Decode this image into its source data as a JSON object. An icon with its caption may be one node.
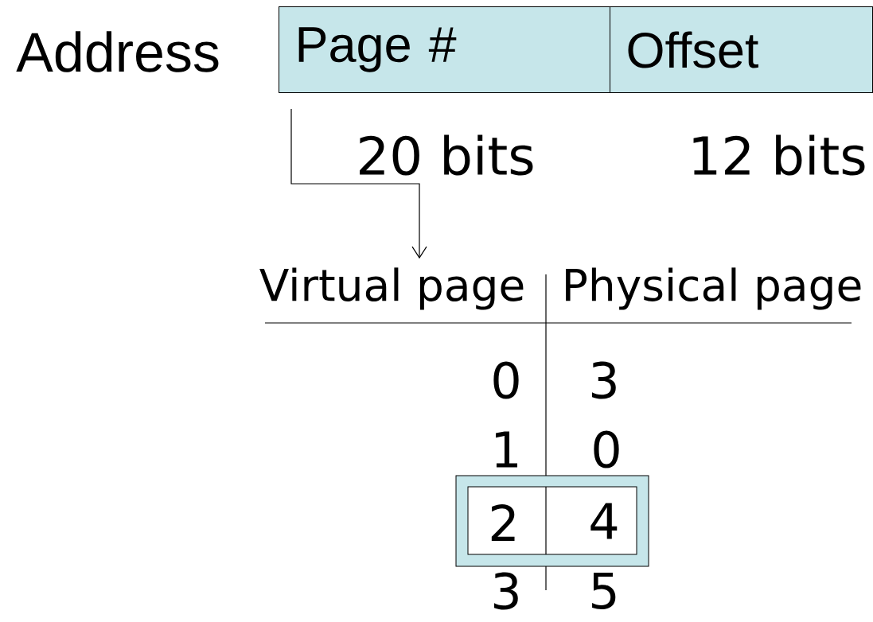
{
  "diagram": {
    "nodes": [
      {
        "text": [
          "Page #"
        ]
      },
      {
        "text": [
          "Offset"
        ]
      },
      {
        "text": [
          "Virtual page"
        ]
      },
      {
        "text": [
          "2",
          "4"
        ]
      }
    ],
    "edges": [
      {
        "from": 0,
        "to": 2,
        "arrow": "to"
      }
    ],
    "labels": [
      "Address",
      "20 bits",
      "12 bits",
      "Physical page",
      "0",
      "3",
      "1",
      "0",
      "3",
      "5"
    ]
  }
}
